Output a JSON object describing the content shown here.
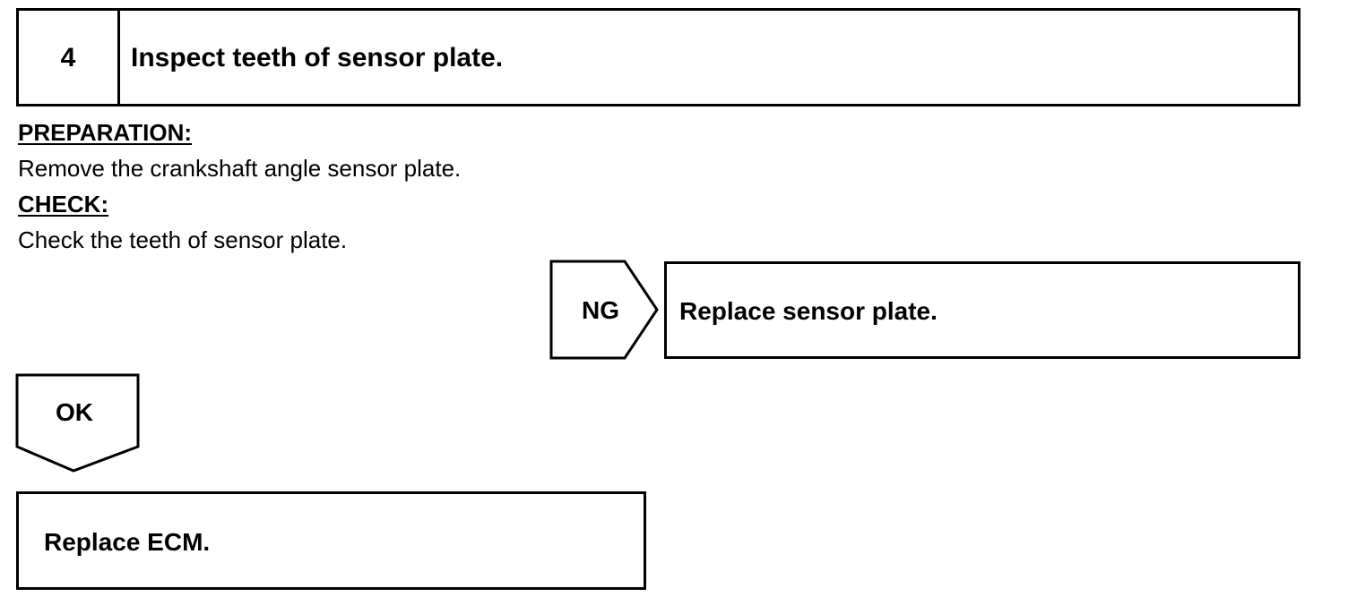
{
  "step": {
    "number": "4",
    "title": "Inspect teeth of sensor plate."
  },
  "preparation": {
    "label": "PREPARATION:",
    "text": "Remove the crankshaft angle sensor plate."
  },
  "check": {
    "label": "CHECK:",
    "text": "Check the teeth of sensor plate."
  },
  "ng_branch": {
    "label": "NG",
    "action": "Replace sensor plate."
  },
  "ok_branch": {
    "label": "OK",
    "action": "Replace ECM."
  }
}
